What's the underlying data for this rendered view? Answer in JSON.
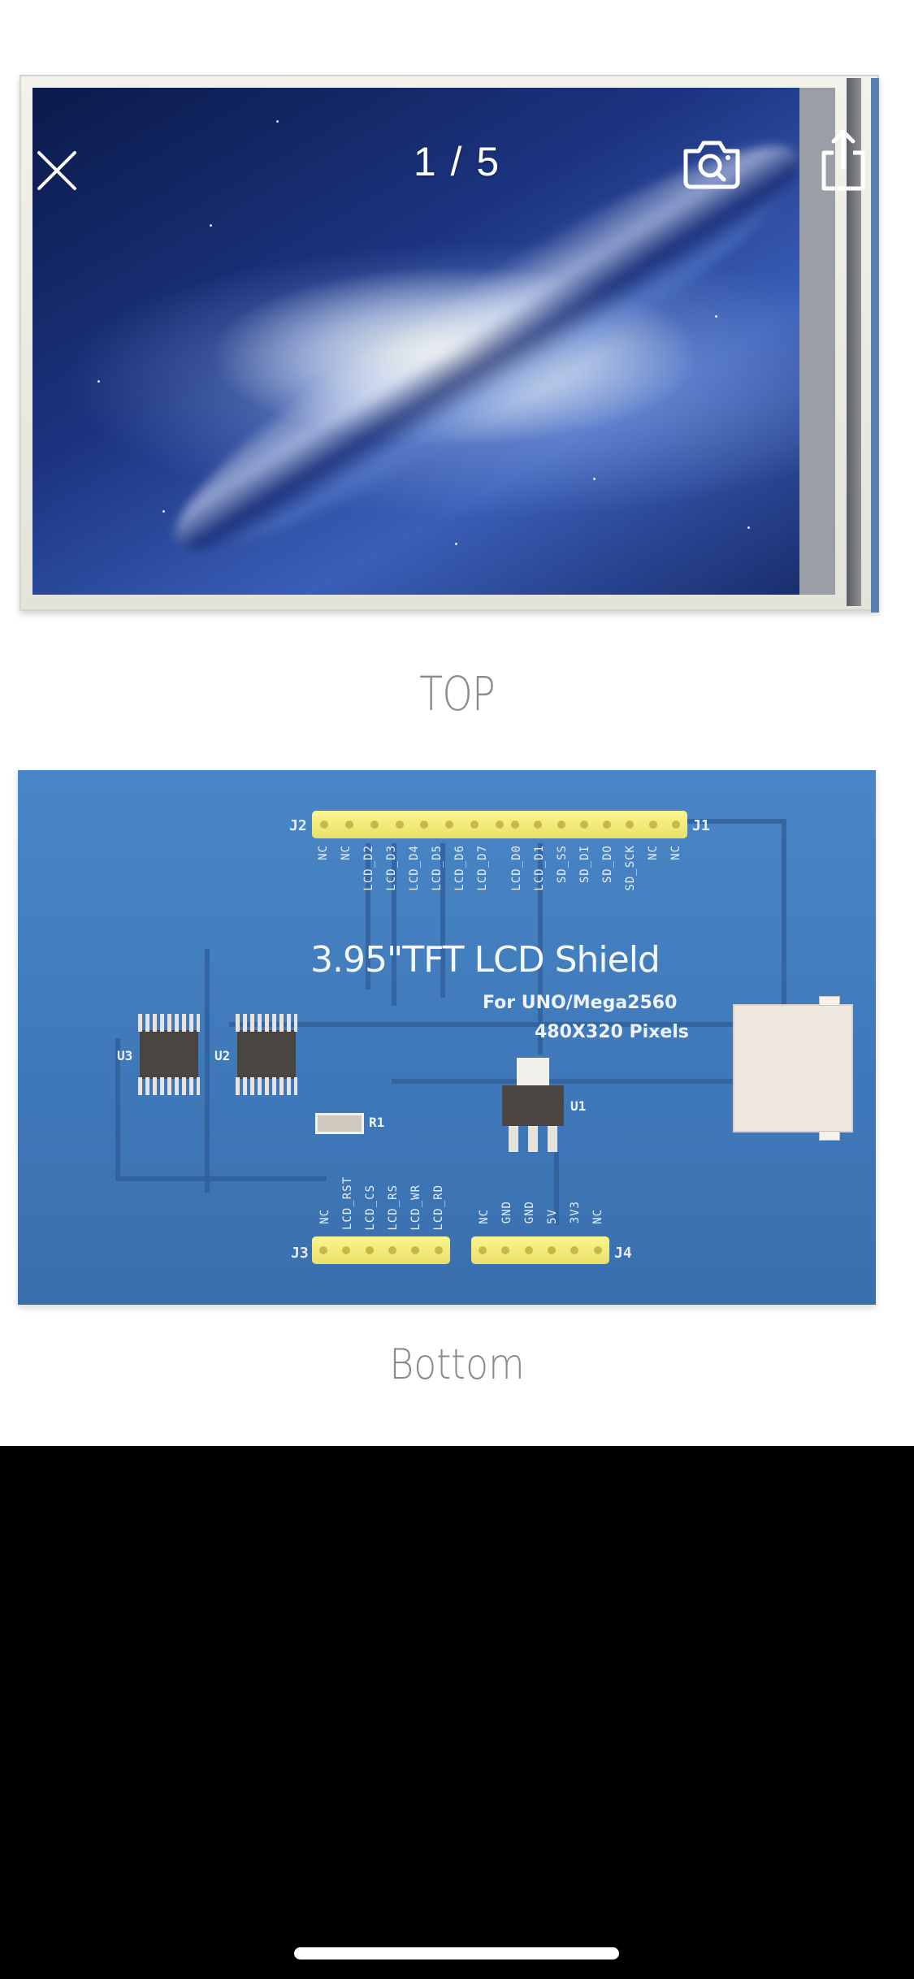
{
  "viewer": {
    "counter": "1 / 5",
    "current_index": 1,
    "total_images": 5,
    "buttons": {
      "close": "close-icon",
      "visual_search": "camera-search-icon",
      "share": "share-icon"
    }
  },
  "image": {
    "caption_top": "TOP",
    "caption_bottom": "Bottom",
    "pcb": {
      "title": "3.95\"TFT LCD Shield",
      "subtitle_1": "For UNO/Mega2560",
      "subtitle_2": "480X320 Pixels",
      "headers": {
        "J2": {
          "label": "J2",
          "pins": [
            "NC",
            "NC",
            "LCD_D2",
            "LCD_D3",
            "LCD_D4",
            "LCD_D5",
            "LCD_D6",
            "LCD_D7"
          ]
        },
        "J1": {
          "label": "J1",
          "pins": [
            "LCD_D0",
            "LCD_D1",
            "SD_SS",
            "SD_DI",
            "SD_DO",
            "SD_SCK",
            "NC",
            "NC"
          ]
        },
        "J3": {
          "label": "J3",
          "pins": [
            "NC",
            "LCD_RST",
            "LCD_CS",
            "LCD_RS",
            "LCD_WR",
            "LCD_RD"
          ]
        },
        "J4": {
          "label": "J4",
          "pins": [
            "NC",
            "GND",
            "GND",
            "5V",
            "3V3",
            "NC"
          ]
        }
      },
      "components": {
        "u1": "U1",
        "u2": "U2",
        "u3": "U3",
        "r1": "R1"
      }
    }
  },
  "colors": {
    "pcb_blue": "#4180c0",
    "header_yellow": "#f3ea7a",
    "caption_gray": "#8b8b8b",
    "background_black": "#000000"
  }
}
